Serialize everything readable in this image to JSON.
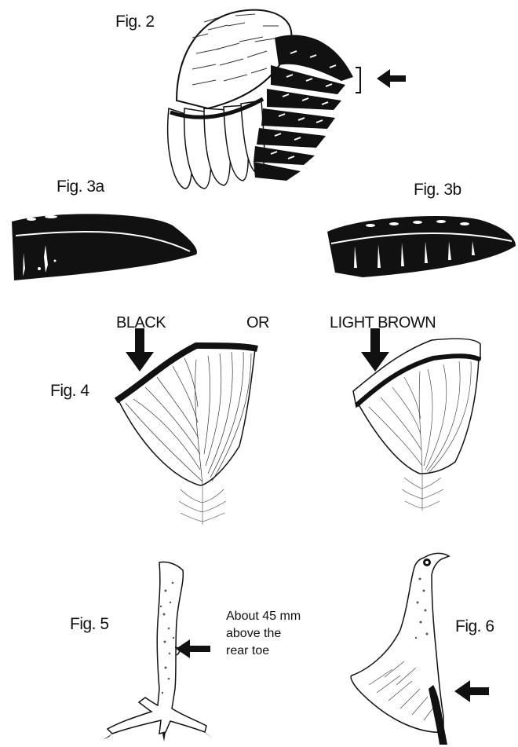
{
  "figures": {
    "fig2": {
      "label": "Fig. 2"
    },
    "fig3a": {
      "label": "Fig. 3a"
    },
    "fig3b": {
      "label": "Fig. 3b"
    },
    "fig4": {
      "label": "Fig. 4",
      "left_label": "BLACK",
      "middle_label": "OR",
      "right_label": "LIGHT BROWN"
    },
    "fig5": {
      "label": "Fig. 5",
      "note_lines": [
        "About 45 mm",
        "above the",
        "rear toe"
      ]
    },
    "fig6": {
      "label": "Fig. 6"
    }
  }
}
